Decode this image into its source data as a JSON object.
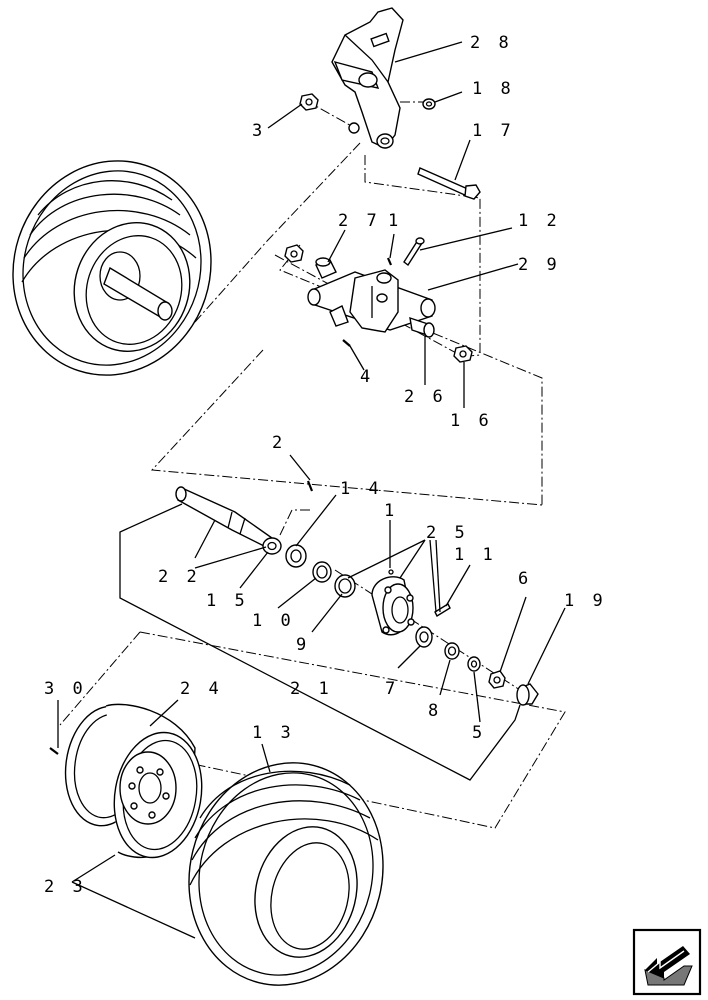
{
  "diagram": {
    "callouts": [
      {
        "id": "c28",
        "label": "2 8"
      },
      {
        "id": "c18",
        "label": "1 8"
      },
      {
        "id": "c3",
        "label": "3"
      },
      {
        "id": "c17",
        "label": "1 7"
      },
      {
        "id": "c27",
        "label": "2 7"
      },
      {
        "id": "c1a",
        "label": "1"
      },
      {
        "id": "c12",
        "label": "1 2"
      },
      {
        "id": "c29",
        "label": "2 9"
      },
      {
        "id": "c4",
        "label": "4"
      },
      {
        "id": "c26",
        "label": "2 6"
      },
      {
        "id": "c16",
        "label": "1 6"
      },
      {
        "id": "c2",
        "label": "2"
      },
      {
        "id": "c14",
        "label": "1 4"
      },
      {
        "id": "c1b",
        "label": "1"
      },
      {
        "id": "c25",
        "label": "2 5"
      },
      {
        "id": "c11",
        "label": "1 1"
      },
      {
        "id": "c6",
        "label": "6"
      },
      {
        "id": "c19",
        "label": "1 9"
      },
      {
        "id": "c22",
        "label": "2 2"
      },
      {
        "id": "c15",
        "label": "1 5"
      },
      {
        "id": "c10",
        "label": "1 0"
      },
      {
        "id": "c9",
        "label": "9"
      },
      {
        "id": "c7",
        "label": "7"
      },
      {
        "id": "c8",
        "label": "8"
      },
      {
        "id": "c5",
        "label": "5"
      },
      {
        "id": "c30",
        "label": "3 0"
      },
      {
        "id": "c24",
        "label": "2 4"
      },
      {
        "id": "c13",
        "label": "1 3"
      },
      {
        "id": "c21",
        "label": "2 1"
      },
      {
        "id": "c23",
        "label": "2 3"
      }
    ],
    "nav_icon": "previous-page-arrow-icon"
  }
}
